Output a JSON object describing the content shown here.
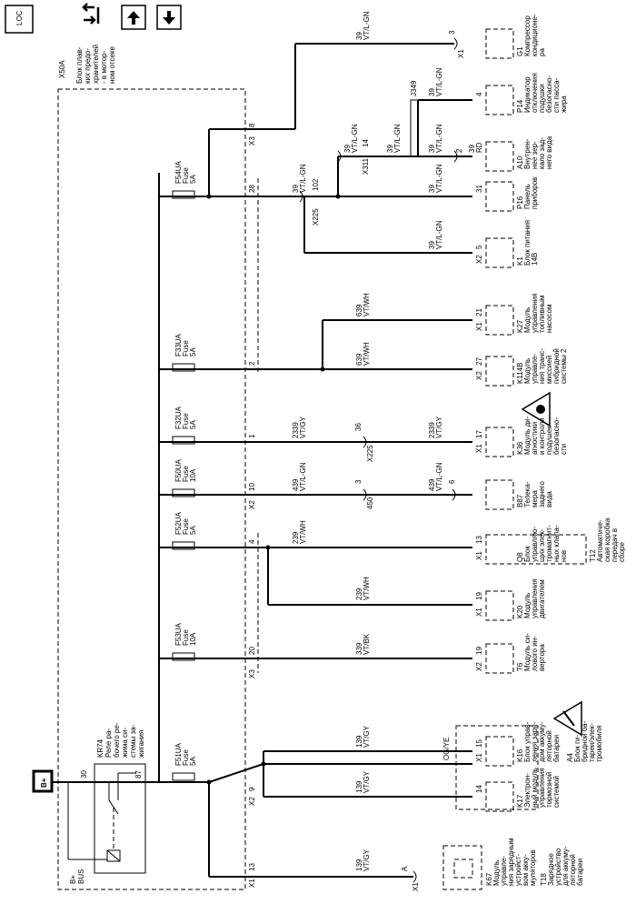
{
  "toolbar": {
    "loc_label": "LOC",
    "b_plus": "B+"
  },
  "main_block": {
    "id": "X50A",
    "name_lines": [
      "Блок плав-",
      "ких предо-",
      "хранителей",
      "- в мотор-",
      "ном отсеке"
    ]
  },
  "relay": {
    "id": "KR74",
    "name_lines": [
      "Реле ра-",
      "бочего ре-",
      "жима си-",
      "стемы за-",
      "жигания"
    ],
    "pin30": "30",
    "pin87": "87",
    "bus": "B+",
    "bus2": "BUS"
  },
  "fuses": [
    {
      "id": "F51UA",
      "rating": "5A"
    },
    {
      "id": "F53UA",
      "rating": "10A"
    },
    {
      "id": "F52UA",
      "rating": "5A"
    },
    {
      "id": "F50UA",
      "rating": "10A"
    },
    {
      "id": "F32UA",
      "rating": "5A"
    },
    {
      "id": "F33UA",
      "rating": "5A"
    },
    {
      "id": "F54UA",
      "rating": "5A"
    }
  ],
  "fuse_word": "Fuse",
  "connectors": {
    "x1": "X1",
    "x2": "X2",
    "x3": "X3",
    "x225": "X225",
    "x311": "X311"
  },
  "pins": {
    "p13": "13",
    "p9": "9",
    "p20": "20",
    "p4": "4",
    "p10": "10",
    "p1": "1",
    "p2": "2",
    "p28": "28",
    "p8": "8",
    "p14": "14",
    "p15": "15",
    "p19": "19",
    "p13b": "13",
    "p6": "6",
    "p17": "17",
    "p27": "27",
    "p21": "21",
    "p5": "5",
    "p31": "31",
    "p2b": "2",
    "p4b": "4",
    "p3": "3",
    "pA": "A",
    "p3b": "3",
    "p36": "36",
    "p102": "102",
    "p14b": "14",
    "p450": "450",
    "p19b": "19"
  },
  "wires": {
    "w139": "139",
    "vtgy": "VT/GY",
    "w339": "339",
    "vtbk": "VT/BK",
    "w239": "239",
    "vtwh": "VT/WH",
    "w439": "439",
    "vtlgn": "VT/L-GN",
    "w2339": "2339",
    "w639": "639",
    "w39": "39",
    "rd": "RD",
    "ogye": "OG/YE",
    "ogye2": "YE",
    "og": "OG/"
  },
  "components": [
    {
      "id": "K67",
      "lines": [
        "Модуль",
        "управле-",
        "ния зарядным",
        "устройст-",
        "вом акку-",
        "муляторов"
      ]
    },
    {
      "id": "T18",
      "lines": [
        "Зарядное",
        "устройство",
        "для аккуму-",
        "ляторной",
        "батареи"
      ]
    },
    {
      "id": "K17",
      "lines": [
        "Электрон-",
        "ный модуль",
        "управления",
        "тормозной",
        "системой"
      ]
    },
    {
      "id": "K16",
      "lines": [
        "Блок управ-",
        "ления заря-",
        "дом аккуму-",
        "ляторной",
        "батареи"
      ]
    },
    {
      "id": "A4",
      "lines": [
        "Блок ги-",
        "бридной ба-",
        "тареи/элек-",
        "тромобиля"
      ]
    },
    {
      "id": "T6",
      "lines": [
        "Модуль си-",
        "лового ин-",
        "вертора"
      ]
    },
    {
      "id": "K20",
      "lines": [
        "Модуль",
        "управления",
        "двигателем"
      ]
    },
    {
      "id": "Q8",
      "lines": [
        "Блок",
        "управляю-",
        "щих элек-",
        "тромагнит-",
        "ных клапа-",
        "нов"
      ]
    },
    {
      "id": "T12",
      "lines": [
        "Автоматиче-",
        "ская коробка",
        "передач в",
        "сборе"
      ]
    },
    {
      "id": "B87",
      "lines": [
        "Телека-",
        "мера",
        "заднего",
        "вида"
      ]
    },
    {
      "id": "K36",
      "lines": [
        "Модуль ди-",
        "агностики",
        "и контроля",
        "подушек",
        "безопасно-",
        "сти"
      ]
    },
    {
      "id": "K114B",
      "lines": [
        "Модуль",
        "управле-",
        "ния транс-",
        "миссией",
        "гибридной",
        "системы 2"
      ]
    },
    {
      "id": "K27",
      "lines": [
        "Модуль",
        "управления",
        "топливным",
        "насосом"
      ]
    },
    {
      "id": "K1",
      "lines": [
        "Блок питания",
        "14В"
      ]
    },
    {
      "id": "P16",
      "lines": [
        "Панель",
        "приборов"
      ]
    },
    {
      "id": "A10",
      "lines": [
        "Внутрен-",
        "нее зер-",
        "кало зад-",
        "него вида"
      ]
    },
    {
      "id": "P14",
      "lines": [
        "Индикатор",
        "отключения",
        "подушки",
        "безопасно-",
        "сти пасса-",
        "жира"
      ]
    },
    {
      "id": "G1",
      "lines": [
        "Компрессор",
        "кондиционе-",
        "ра"
      ]
    }
  ],
  "splice": "J349"
}
